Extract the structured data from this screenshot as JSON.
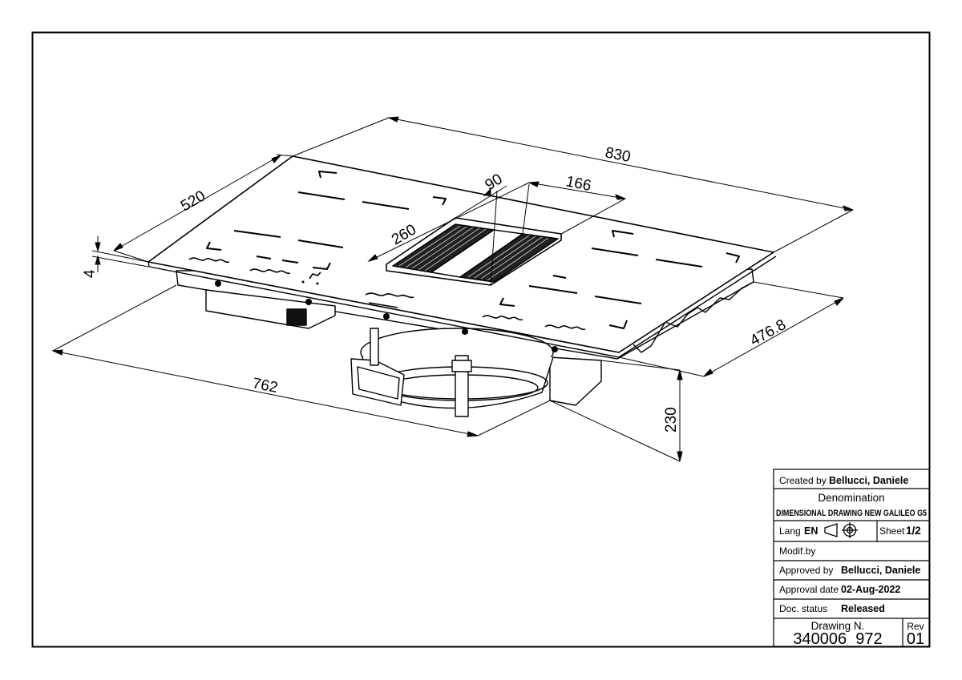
{
  "dimensions": {
    "width_830": "830",
    "depth_520": "520",
    "cut_762": "762",
    "cut_476_8": "476.8",
    "height_230": "230",
    "thickness_4": "4",
    "vent_90": "90",
    "vent_166": "166",
    "vent_260": "260"
  },
  "title_block": {
    "created_by_label": "Created by",
    "created_by_value": "Bellucci, Daniele",
    "denomination_label": "Denomination",
    "denomination_value": "DIMENSIONAL DRAWING NEW GALILEO G5",
    "lang_label": "Lang",
    "lang_value": "EN",
    "sheet_label": "Sheet",
    "sheet_value": "1/2",
    "modif_by_label": "Modif.by",
    "approved_by_label": "Approved by",
    "approved_by_value": "Bellucci, Daniele",
    "approval_date_label": "Approval date",
    "approval_date_value": "02-Aug-2022",
    "doc_status_label": "Doc. status",
    "doc_status_value": "Released",
    "drawing_n_label": "Drawing N.",
    "drawing_n_value": "340006_972",
    "rev_label": "Rev",
    "rev_value": "01"
  },
  "icons": [
    "projection-symbol-icon"
  ]
}
